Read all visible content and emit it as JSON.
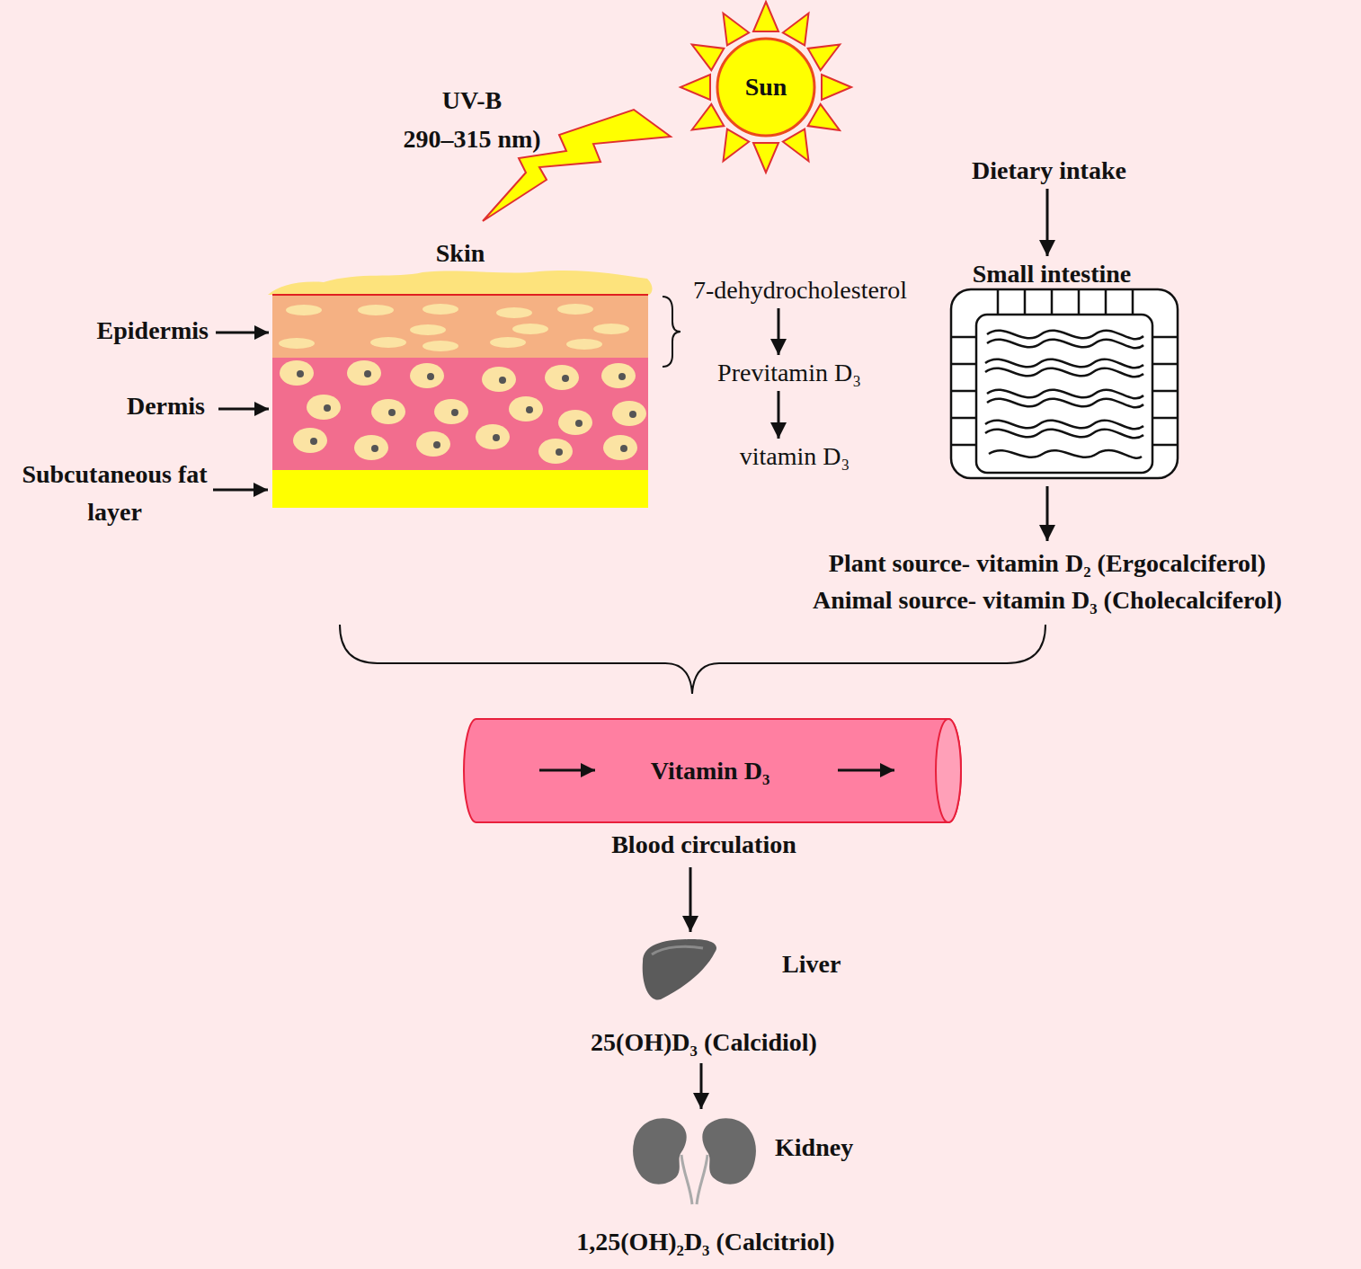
{
  "diagram": {
    "nodes": [
      {
        "text": [
          "Sun"
        ]
      },
      {
        "text": [
          "7-dehydrocholesterol"
        ]
      },
      {
        "text": [
          "Previtamin D₃"
        ]
      },
      {
        "text": [
          "vitamin D₃"
        ]
      },
      {
        "text": [
          "Dietary intake"
        ]
      },
      {
        "text": [
          "Small intestine"
        ]
      },
      {
        "text": [
          "Plant source- vitamin D₂ (Ergocalciferol)",
          "Animal source- vitamin D₃ (Cholecalciferol)"
        ]
      },
      {
        "text": [
          "Vitamin D₃",
          "Blood circulation"
        ]
      },
      {
        "text": [
          "Liver",
          "25(OH)D₃ (Calcidiol)"
        ]
      },
      {
        "text": [
          "Kidney",
          "1,25(OH)₂D₃ (Calcitriol)"
        ]
      }
    ],
    "edges": [
      {
        "from": 1,
        "to": 2,
        "arrow": "to"
      },
      {
        "from": 2,
        "to": 3,
        "arrow": "to"
      },
      {
        "from": 4,
        "to": 5,
        "arrow": "to"
      },
      {
        "from": 5,
        "to": 6,
        "arrow": "to"
      },
      {
        "from": 7,
        "to": 8,
        "arrow": "to"
      },
      {
        "from": 8,
        "to": 9,
        "arrow": "to"
      }
    ],
    "labels": [
      "UV-B",
      "290–315 nm)",
      "Skin",
      "Epidermis",
      "Dermis",
      "Subcutaneous fat layer"
    ]
  }
}
